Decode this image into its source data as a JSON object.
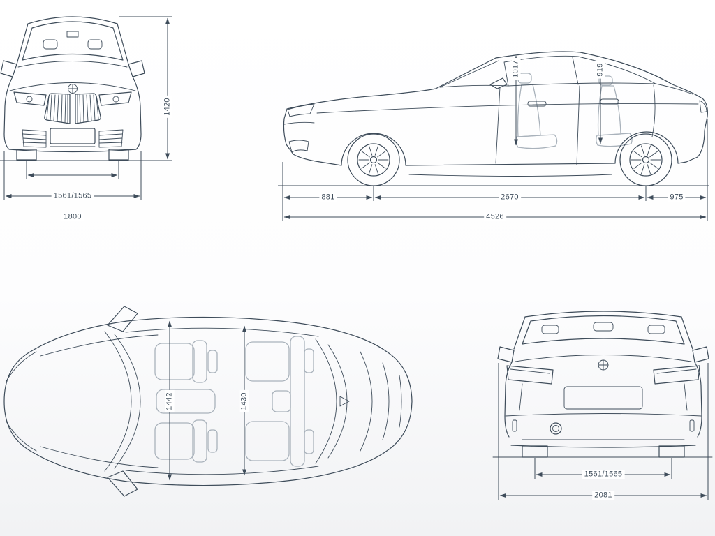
{
  "views": {
    "front": {
      "height": "1420",
      "track": "1561/1565",
      "width": "1800"
    },
    "side": {
      "front_headroom": "1017",
      "rear_headroom": "919",
      "front_overhang": "881",
      "wheelbase": "2670",
      "rear_overhang": "975",
      "length": "4526"
    },
    "top": {
      "front_interior_width": "1442",
      "rear_interior_width": "1430"
    },
    "rear": {
      "track": "1561/1565",
      "width_incl_mirrors": "2081"
    }
  },
  "colors": {
    "line": "#3e4c5a",
    "seat_line": "#a9b2bb",
    "background": "#ffffff"
  }
}
